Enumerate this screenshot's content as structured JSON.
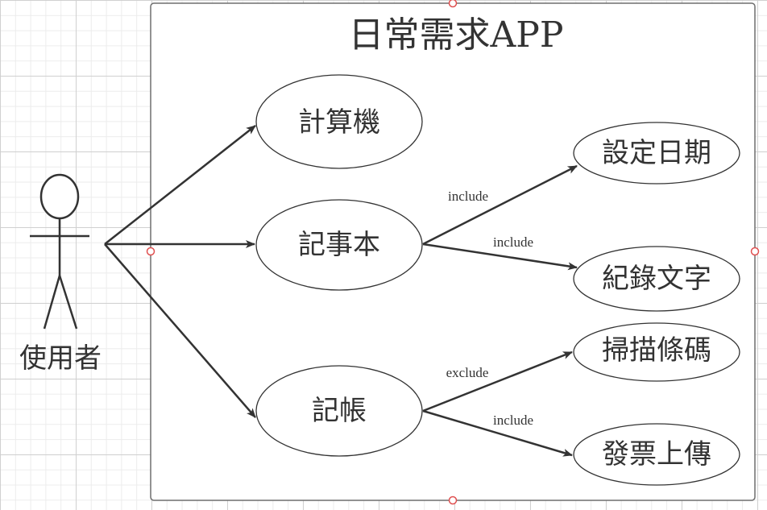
{
  "system": {
    "title": "日常需求APP"
  },
  "actor": {
    "label": "使用者"
  },
  "use_cases": {
    "calculator": "計算機",
    "notebook": "記事本",
    "bookkeeping": "記帳",
    "set_date": "設定日期",
    "record_text": "紀錄文字",
    "scan_barcode": "掃描條碼",
    "upload_invoice": "發票上傳"
  },
  "relations": {
    "notebook_set_date": "include",
    "notebook_record_text": "include",
    "bookkeeping_scan_barcode": "exclude",
    "bookkeeping_upload_invoice": "include"
  },
  "colors": {
    "line": "#333333",
    "selection_handle": "#e05050"
  }
}
